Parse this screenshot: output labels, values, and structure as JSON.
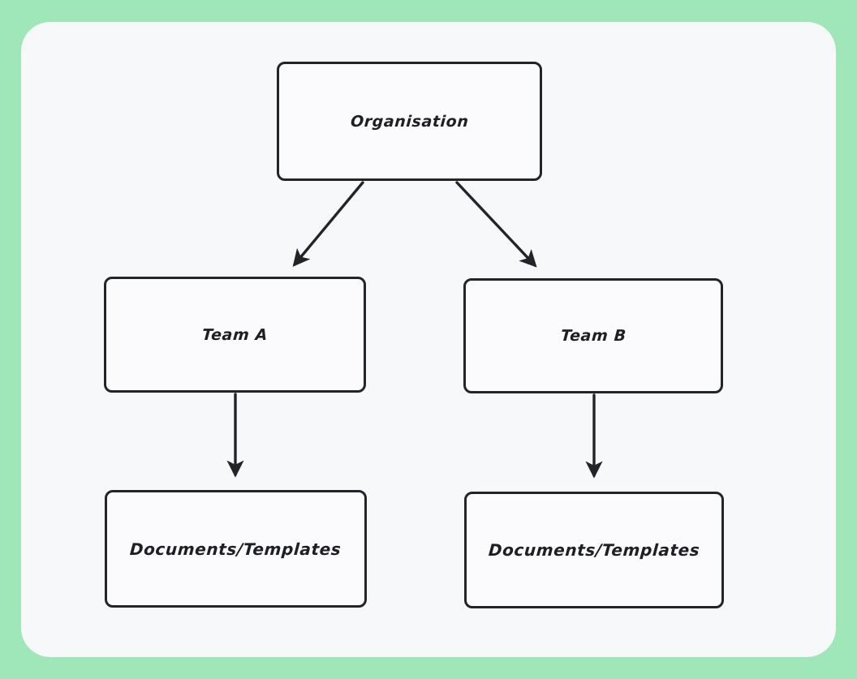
{
  "canvas": {
    "background_color": "#9fe7b8",
    "card_color": "#f7f8fa",
    "stroke_color": "#22242a",
    "node_fill_color": "#fbfbfd",
    "text_color": "#1d1f24"
  },
  "diagram": {
    "type": "flowchart",
    "orientation": "top-down",
    "nodes": [
      {
        "id": "organisation",
        "label": "Organisation"
      },
      {
        "id": "team_a",
        "label": "Team A"
      },
      {
        "id": "team_b",
        "label": "Team B"
      },
      {
        "id": "docs_a",
        "label": "Documents/Templates"
      },
      {
        "id": "docs_b",
        "label": "Documents/Templates"
      }
    ],
    "edges": [
      {
        "from": "organisation",
        "to": "team_a",
        "style": "solid",
        "arrowhead": "filled-triangle"
      },
      {
        "from": "organisation",
        "to": "team_b",
        "style": "solid",
        "arrowhead": "filled-triangle"
      },
      {
        "from": "team_a",
        "to": "docs_a",
        "style": "solid",
        "arrowhead": "filled-triangle"
      },
      {
        "from": "team_b",
        "to": "docs_b",
        "style": "solid",
        "arrowhead": "filled-triangle"
      }
    ]
  }
}
